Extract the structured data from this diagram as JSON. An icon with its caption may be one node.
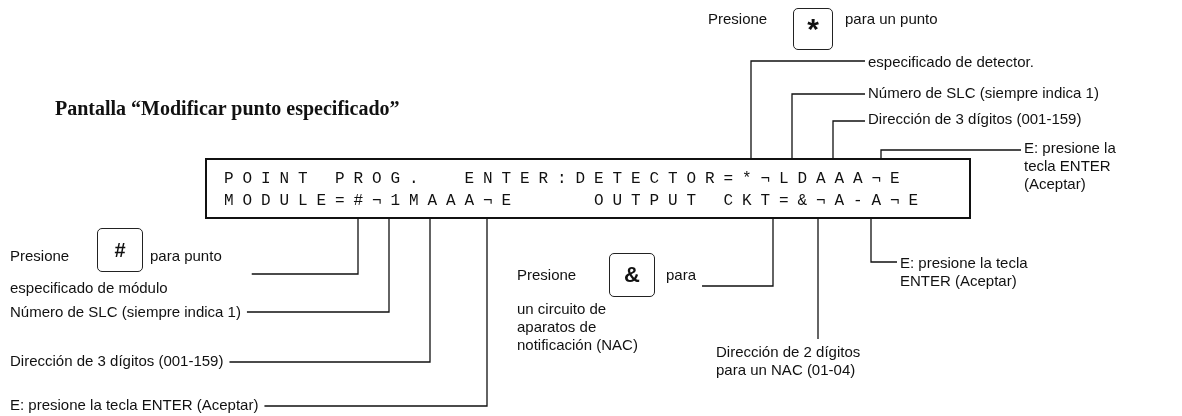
{
  "diagram": {
    "title": "Pantalla “Modificar punto especificado”",
    "nodes": [
      {
        "text": [
          "POINT PROG.  ENTER:DETECTOR=*¬LDAAA¬E",
          "MODULE=#¬1MAAA¬E    OUTPUT CKT=&¬A-A¬E"
        ]
      },
      {
        "text": [
          "Presione",
          "para un punto",
          "especificado de detector."
        ]
      },
      {
        "text": [
          "*"
        ],
        "in": 1
      },
      {
        "text": [
          "Número de SLC (siempre indica 1)"
        ]
      },
      {
        "text": [
          "Dirección de 3 dígitos (001-159)"
        ]
      },
      {
        "text": [
          "E: presione la tecla ENTER (Aceptar)"
        ]
      },
      {
        "text": [
          "Presione",
          "para punto",
          "especificado de módulo"
        ]
      },
      {
        "text": [
          "#"
        ],
        "in": 6
      },
      {
        "text": [
          "Número de SLC (siempre indica 1)"
        ]
      },
      {
        "text": [
          "Dirección de 3 dígitos (001-159)"
        ]
      },
      {
        "text": [
          "E: presione la tecla ENTER (Aceptar)"
        ]
      },
      {
        "text": [
          "Presione",
          "para",
          "un circuito de aparatos de notificación (NAC)"
        ]
      },
      {
        "text": [
          "&"
        ],
        "in": 11
      },
      {
        "text": [
          "Dirección de 2 dígitos para un NAC (01-04)"
        ]
      },
      {
        "text": [
          "E: presione la tecla ENTER (Aceptar)"
        ]
      }
    ],
    "edges": [
      {
        "from": 1,
        "to": 0,
        "arrow": "none"
      },
      {
        "from": 3,
        "to": 0,
        "arrow": "none"
      },
      {
        "from": 4,
        "to": 0,
        "arrow": "none"
      },
      {
        "from": 5,
        "to": 0,
        "arrow": "none"
      },
      {
        "from": 6,
        "to": 0,
        "arrow": "none"
      },
      {
        "from": 8,
        "to": 0,
        "arrow": "none"
      },
      {
        "from": 9,
        "to": 0,
        "arrow": "none"
      },
      {
        "from": 10,
        "to": 0,
        "arrow": "none"
      },
      {
        "from": 11,
        "to": 0,
        "arrow": "none"
      },
      {
        "from": 13,
        "to": 0,
        "arrow": "none"
      },
      {
        "from": 14,
        "to": 0,
        "arrow": "none"
      }
    ]
  }
}
